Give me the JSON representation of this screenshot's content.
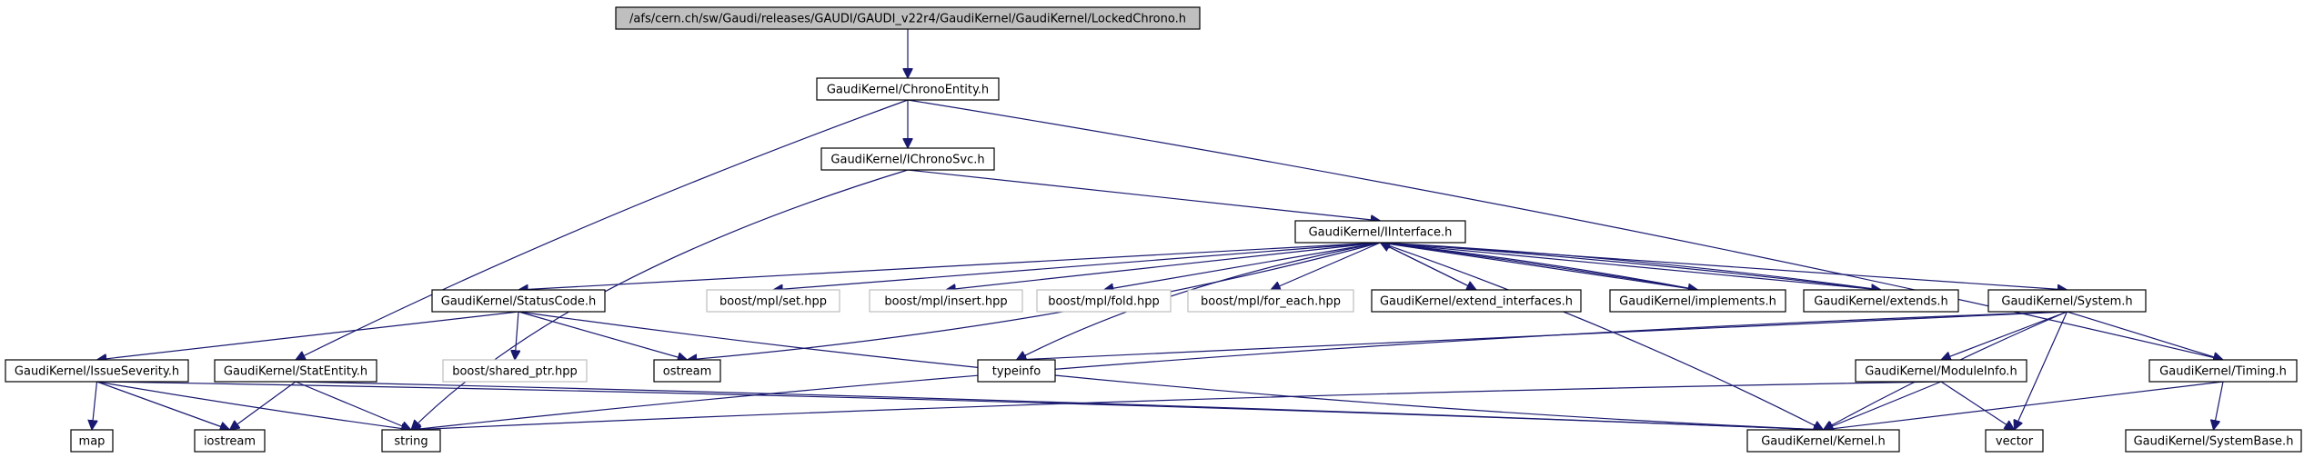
{
  "diagram": {
    "type": "include-dependency-graph",
    "colors": {
      "edge": "#191970",
      "root_fill": "#bfbfbf",
      "node_fill": "#ffffff",
      "node_border": "#000000",
      "missing_border": "#bfbfbf"
    },
    "nodes": [
      {
        "id": "n0",
        "label": "/afs/cern.ch/sw/Gaudi/releases/GAUDI/GAUDI_v22r4/GaudiKernel/GaudiKernel/LockedChrono.h",
        "style": "root"
      },
      {
        "id": "n1",
        "label": "GaudiKernel/ChronoEntity.h",
        "style": "normal"
      },
      {
        "id": "n2",
        "label": "GaudiKernel/IChronoSvc.h",
        "style": "normal"
      },
      {
        "id": "n3",
        "label": "GaudiKernel/IInterface.h",
        "style": "normal"
      },
      {
        "id": "n4",
        "label": "GaudiKernel/StatusCode.h",
        "style": "normal"
      },
      {
        "id": "n5",
        "label": "boost/mpl/set.hpp",
        "style": "missing"
      },
      {
        "id": "n6",
        "label": "boost/mpl/insert.hpp",
        "style": "missing"
      },
      {
        "id": "n7",
        "label": "boost/mpl/fold.hpp",
        "style": "missing"
      },
      {
        "id": "n8",
        "label": "boost/mpl/for_each.hpp",
        "style": "missing"
      },
      {
        "id": "n9",
        "label": "GaudiKernel/extend_interfaces.h",
        "style": "normal"
      },
      {
        "id": "n10",
        "label": "GaudiKernel/implements.h",
        "style": "normal"
      },
      {
        "id": "n11",
        "label": "GaudiKernel/extends.h",
        "style": "normal"
      },
      {
        "id": "n12",
        "label": "GaudiKernel/System.h",
        "style": "normal"
      },
      {
        "id": "n13",
        "label": "GaudiKernel/IssueSeverity.h",
        "style": "normal"
      },
      {
        "id": "n14",
        "label": "GaudiKernel/StatEntity.h",
        "style": "normal"
      },
      {
        "id": "n15",
        "label": "boost/shared_ptr.hpp",
        "style": "missing"
      },
      {
        "id": "n16",
        "label": "ostream",
        "style": "normal"
      },
      {
        "id": "n17",
        "label": "typeinfo",
        "style": "normal"
      },
      {
        "id": "n18",
        "label": "GaudiKernel/ModuleInfo.h",
        "style": "normal"
      },
      {
        "id": "n19",
        "label": "GaudiKernel/Timing.h",
        "style": "normal"
      },
      {
        "id": "n20",
        "label": "map",
        "style": "normal"
      },
      {
        "id": "n21",
        "label": "iostream",
        "style": "normal"
      },
      {
        "id": "n22",
        "label": "string",
        "style": "normal"
      },
      {
        "id": "n23",
        "label": "GaudiKernel/Kernel.h",
        "style": "normal"
      },
      {
        "id": "n24",
        "label": "vector",
        "style": "normal"
      },
      {
        "id": "n25",
        "label": "GaudiKernel/SystemBase.h",
        "style": "normal"
      }
    ],
    "edges": [
      {
        "from": "n0",
        "to": "n1"
      },
      {
        "from": "n1",
        "to": "n2"
      },
      {
        "from": "n1",
        "to": "n14"
      },
      {
        "from": "n1",
        "to": "n19"
      },
      {
        "from": "n2",
        "to": "n3"
      },
      {
        "from": "n2",
        "to": "n22"
      },
      {
        "from": "n3",
        "to": "n4"
      },
      {
        "from": "n3",
        "to": "n5"
      },
      {
        "from": "n3",
        "to": "n6"
      },
      {
        "from": "n3",
        "to": "n7"
      },
      {
        "from": "n3",
        "to": "n8"
      },
      {
        "from": "n3",
        "to": "n9"
      },
      {
        "from": "n3",
        "to": "n10"
      },
      {
        "from": "n3",
        "to": "n11"
      },
      {
        "from": "n3",
        "to": "n12"
      },
      {
        "from": "n3",
        "to": "n16"
      },
      {
        "from": "n3",
        "to": "n17"
      },
      {
        "from": "n3",
        "to": "n23"
      },
      {
        "from": "n9",
        "to": "n3"
      },
      {
        "from": "n10",
        "to": "n3"
      },
      {
        "from": "n10",
        "to": "n3"
      },
      {
        "from": "n11",
        "to": "n3"
      },
      {
        "from": "n11",
        "to": "n3"
      },
      {
        "from": "n4",
        "to": "n13"
      },
      {
        "from": "n4",
        "to": "n15"
      },
      {
        "from": "n4",
        "to": "n16"
      },
      {
        "from": "n4",
        "to": "n23"
      },
      {
        "from": "n12",
        "to": "n17"
      },
      {
        "from": "n12",
        "to": "n18"
      },
      {
        "from": "n12",
        "to": "n19"
      },
      {
        "from": "n12",
        "to": "n22"
      },
      {
        "from": "n12",
        "to": "n23"
      },
      {
        "from": "n12",
        "to": "n24"
      },
      {
        "from": "n13",
        "to": "n20"
      },
      {
        "from": "n13",
        "to": "n21"
      },
      {
        "from": "n13",
        "to": "n22"
      },
      {
        "from": "n13",
        "to": "n23"
      },
      {
        "from": "n14",
        "to": "n21"
      },
      {
        "from": "n14",
        "to": "n22"
      },
      {
        "from": "n14",
        "to": "n23"
      },
      {
        "from": "n18",
        "to": "n22"
      },
      {
        "from": "n18",
        "to": "n23"
      },
      {
        "from": "n18",
        "to": "n24"
      },
      {
        "from": "n19",
        "to": "n23"
      },
      {
        "from": "n19",
        "to": "n25"
      }
    ]
  }
}
